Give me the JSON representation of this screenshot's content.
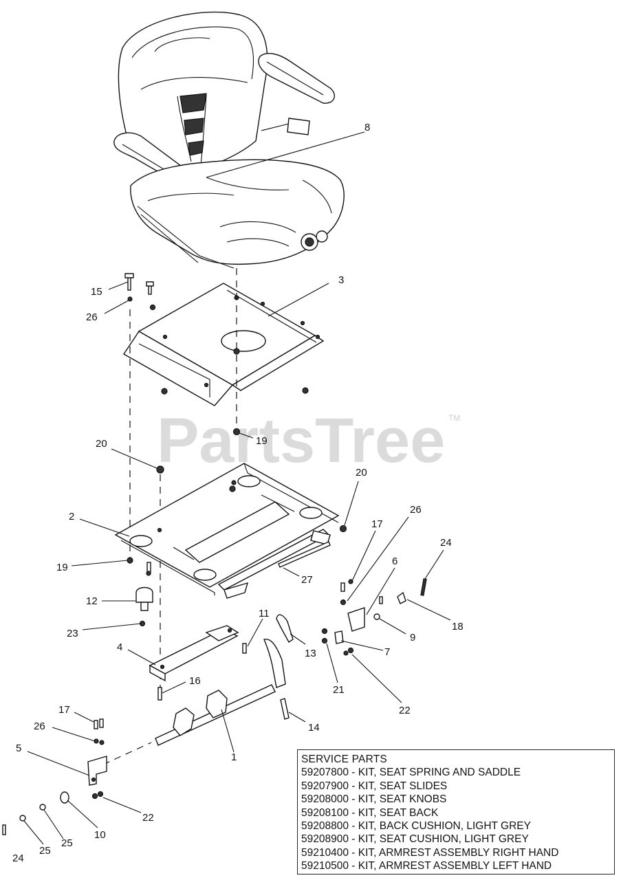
{
  "watermark": {
    "text": "PartsTree",
    "tm": "TM"
  },
  "callouts": [
    {
      "id": "8",
      "label": "8"
    },
    {
      "id": "3",
      "label": "3"
    },
    {
      "id": "15",
      "label": "15"
    },
    {
      "id": "26a",
      "label": "26"
    },
    {
      "id": "19a",
      "label": "19"
    },
    {
      "id": "20a",
      "label": "20"
    },
    {
      "id": "20b",
      "label": "20"
    },
    {
      "id": "2",
      "label": "2"
    },
    {
      "id": "19b",
      "label": "19"
    },
    {
      "id": "27",
      "label": "27"
    },
    {
      "id": "17a",
      "label": "17"
    },
    {
      "id": "26b",
      "label": "26"
    },
    {
      "id": "6",
      "label": "6"
    },
    {
      "id": "24a",
      "label": "24"
    },
    {
      "id": "12",
      "label": "12"
    },
    {
      "id": "18",
      "label": "18"
    },
    {
      "id": "9",
      "label": "9"
    },
    {
      "id": "23",
      "label": "23"
    },
    {
      "id": "11",
      "label": "11"
    },
    {
      "id": "13",
      "label": "13"
    },
    {
      "id": "7",
      "label": "7"
    },
    {
      "id": "4",
      "label": "4"
    },
    {
      "id": "21",
      "label": "21"
    },
    {
      "id": "16",
      "label": "16"
    },
    {
      "id": "22a",
      "label": "22"
    },
    {
      "id": "14",
      "label": "14"
    },
    {
      "id": "17b",
      "label": "17"
    },
    {
      "id": "26c",
      "label": "26"
    },
    {
      "id": "1",
      "label": "1"
    },
    {
      "id": "5",
      "label": "5"
    },
    {
      "id": "22b",
      "label": "22"
    },
    {
      "id": "10",
      "label": "10"
    },
    {
      "id": "25a",
      "label": "25"
    },
    {
      "id": "25b",
      "label": "25"
    },
    {
      "id": "24b",
      "label": "24"
    }
  ],
  "service_parts": {
    "title": "SERVICE PARTS",
    "items": [
      "59207800 - KIT, SEAT SPRING AND SADDLE",
      "59207900 - KIT, SEAT SLIDES",
      "59208000 - KIT, SEAT KNOBS",
      "59208100 - KIT, SEAT BACK",
      "59208800 - KIT, BACK CUSHION, LIGHT GREY",
      "59208900 - KIT, SEAT CUSHION, LIGHT GREY",
      "59210400 - KIT, ARMREST ASSEMBLY RIGHT HAND",
      "59210500 - KIT, ARMREST ASSEMBLY LEFT HAND"
    ]
  }
}
